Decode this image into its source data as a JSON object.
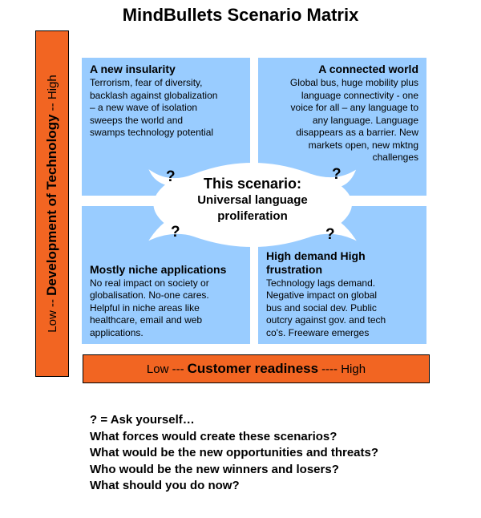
{
  "title": "MindBullets Scenario Matrix",
  "vertical_axis": {
    "low": "Low",
    "label": "Development  of Technology",
    "high": "High"
  },
  "horizontal_axis": {
    "low": "Low",
    "label": "Customer readiness",
    "high": "High"
  },
  "quadrants": {
    "top_left": {
      "heading": "A new insularity",
      "lines": [
        "Terrorism, fear of diversity,",
        "backlash against globalization",
        "– a new wave of isolation",
        "sweeps the world and",
        "swamps technology potential"
      ]
    },
    "top_right": {
      "heading": "A connected world",
      "lines": [
        "Global bus, huge mobility plus",
        "language connectivity - one",
        "voice for all – any language to",
        "any language. Language",
        "disappears as a barrier. New",
        "markets open, new mktng",
        "challenges"
      ]
    },
    "bottom_left": {
      "heading": "Mostly niche applications",
      "lines": [
        "No real impact on society or",
        "globalisation. No-one cares.",
        "Helpful in niche areas like",
        "healthcare, email and web",
        "applications."
      ]
    },
    "bottom_right": {
      "heading_line1": "High demand High",
      "heading_line2": "frustration",
      "lines": [
        "Technology lags demand.",
        "Negative impact on global",
        "bus and social dev. Public",
        "outcry against  gov. and tech",
        "co's. Freeware emerges"
      ]
    }
  },
  "center": {
    "title": "This scenario:",
    "line1": "Universal language",
    "line2": "proliferation"
  },
  "question_mark": "?",
  "questions": [
    "? = Ask yourself…",
    "What forces would create these scenarios?",
    "What would be the new opportunities and threats?",
    "Who would be the new winners and losers?",
    "What should you do now?"
  ]
}
